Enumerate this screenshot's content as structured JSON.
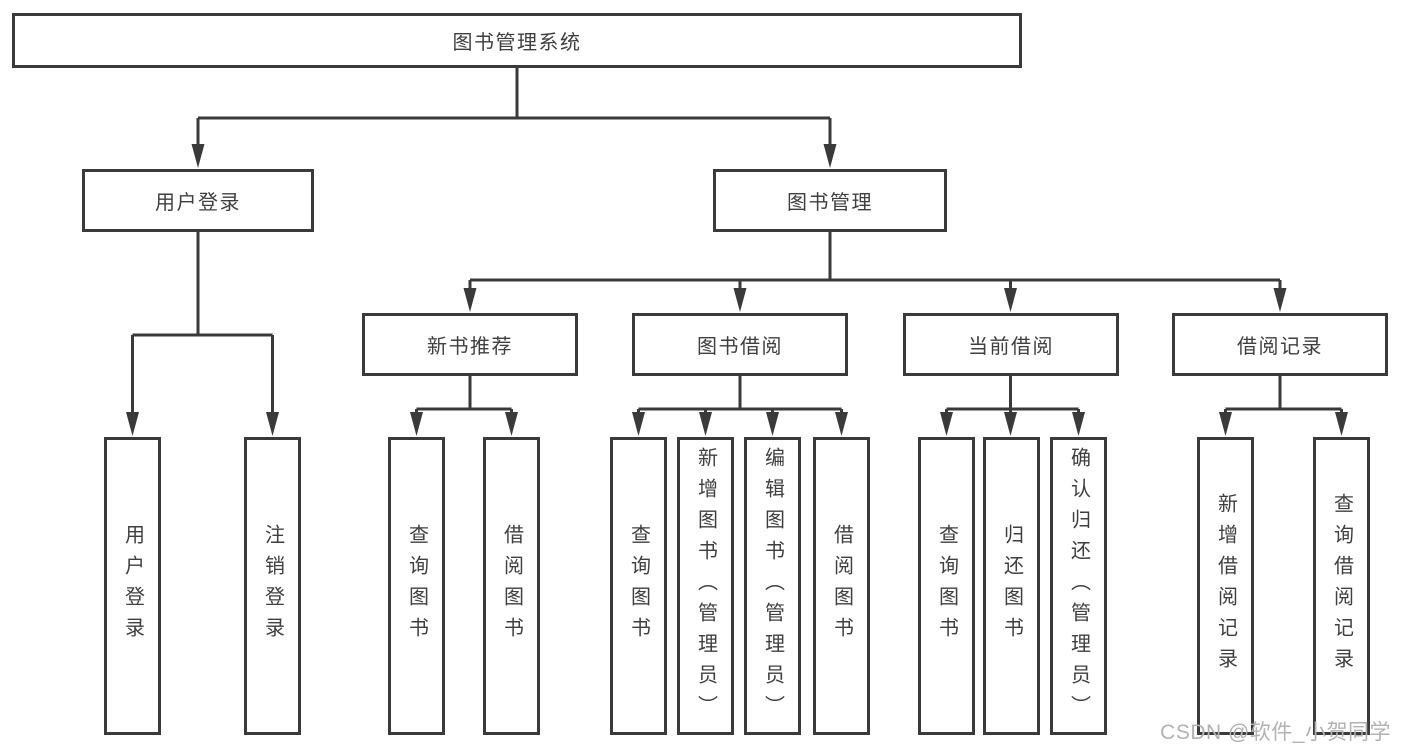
{
  "colors": {
    "line": "#3a3a3a",
    "text": "#3f3f3f",
    "background": "#ffffff",
    "watermark": "#b2b2b2"
  },
  "tree": {
    "root": {
      "label": "图书管理系统"
    },
    "branches": [
      {
        "label": "用户登录",
        "children": [
          {
            "label": "用户登录"
          },
          {
            "label": "注销登录"
          }
        ]
      },
      {
        "label": "图书管理",
        "children": [
          {
            "label": "新书推荐",
            "children": [
              {
                "label": "查询图书"
              },
              {
                "label": "借阅图书"
              }
            ]
          },
          {
            "label": "图书借阅",
            "children": [
              {
                "label": "查询图书"
              },
              {
                "label": "新增图书（管理员）"
              },
              {
                "label": "编辑图书（管理员）"
              },
              {
                "label": "借阅图书"
              }
            ]
          },
          {
            "label": "当前借阅",
            "children": [
              {
                "label": "查询图书"
              },
              {
                "label": "归还图书"
              },
              {
                "label": "确认归还（管理员）"
              }
            ]
          },
          {
            "label": "借阅记录",
            "children": [
              {
                "label": "新增借阅记录"
              },
              {
                "label": "查询借阅记录"
              }
            ]
          }
        ]
      }
    ]
  },
  "watermark": {
    "text": "CSDN @软件_小贺同学"
  }
}
